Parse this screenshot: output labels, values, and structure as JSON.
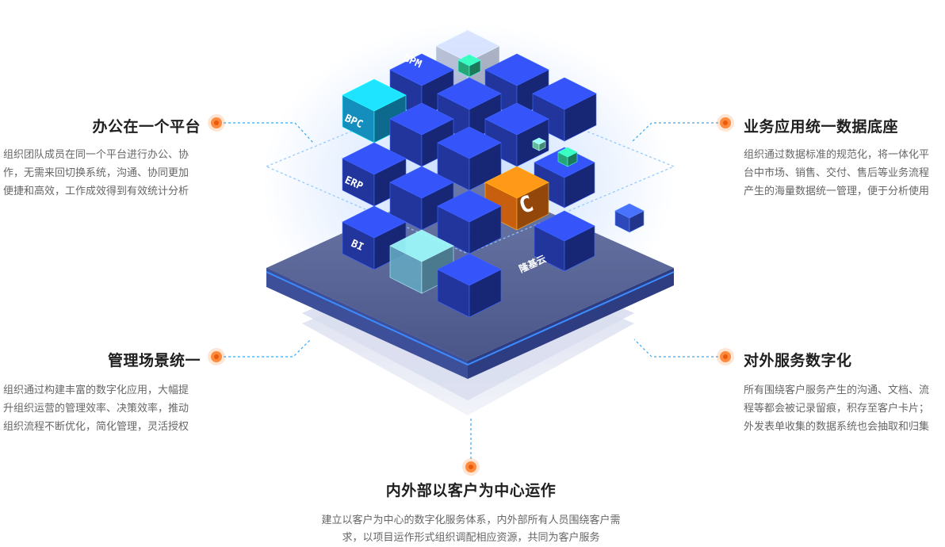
{
  "features": {
    "office": {
      "title": "办公在一个平台",
      "desc": "组织团队成员在同一个平台进行办公、协\n作，无需来回切换系统，沟通、协同更加\n便捷和高效，工作成效得到有效统计分析"
    },
    "management": {
      "title": "管理场景统一",
      "desc": "组织通过构建丰富的数字化应用，大幅提\n升组织运营的管理效率、决策效率，推动\n组织流程不断优化，简化管理，灵活授权"
    },
    "business": {
      "title": "业务应用统一数据底座",
      "desc": "组织通过数据标准的规范化，将一体化平\n台中市场、销售、交付、售后等业务流程\n产生的海量数据统一管理，便于分析使用"
    },
    "external": {
      "title": "对外服务数字化",
      "desc": "所有围绕客户服务产生的沟通、文档、流\n程等都会被记录留痕，积存至客户卡片；\n外发表单收集的数据系统也会抽取和归集"
    },
    "customer": {
      "title": "内外部以客户为中心运作",
      "desc": "建立以客户为中心的数字化服务体系，内外部所有人员围绕客户需\n求，以项目运作形式组织调配相应资源，共同为客户服务"
    }
  },
  "cube_labels": {
    "bpm": "BPM",
    "bpc": "BPC",
    "erp": "ERP",
    "bi": "BI",
    "cloud": "隆基云",
    "logo": "C"
  },
  "colors": {
    "accent_dot": "#ff8a3d",
    "connector": "#3aa7f0",
    "cube_blue": "#2a44c9",
    "cube_cyan": "#19b6f2",
    "cube_orange": "#ff7a12",
    "cube_green": "#2fd39a"
  }
}
